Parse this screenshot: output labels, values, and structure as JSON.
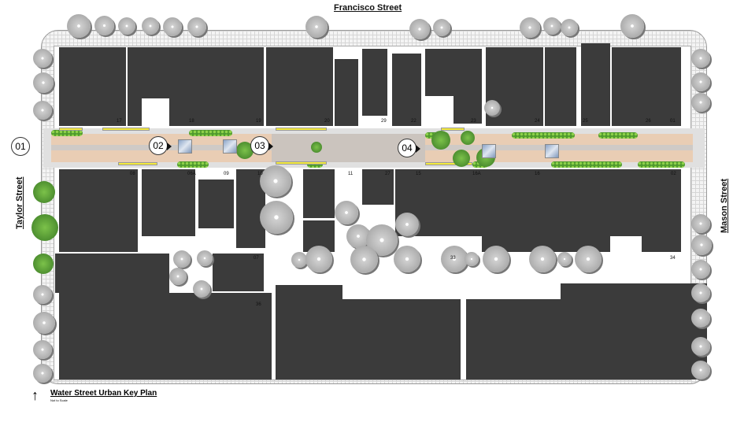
{
  "streets": {
    "north": "Francisco Street",
    "west": "Taylor Street",
    "east": "Mason Street"
  },
  "title": "Water Street Urban Key Plan",
  "subtitle": "Not to Scale",
  "north_arrow_icon": "arrow-up-icon",
  "segments": [
    "01",
    "02",
    "03",
    "04"
  ],
  "parcels_north": [
    "17",
    "18",
    "19",
    "20",
    "29",
    "22",
    "23",
    "24",
    "25",
    "26",
    "01"
  ],
  "parcels_south": [
    "08",
    "06A",
    "09",
    "10",
    "11",
    "27",
    "15",
    "16A",
    "16",
    "02"
  ],
  "parcels_rear": [
    "07",
    "33",
    "34",
    "36"
  ],
  "colors": {
    "building": "#3b3b3b",
    "paving": "#e9cdb4",
    "hedge": "#4f9a2e",
    "curb": "#f4ea3c"
  }
}
